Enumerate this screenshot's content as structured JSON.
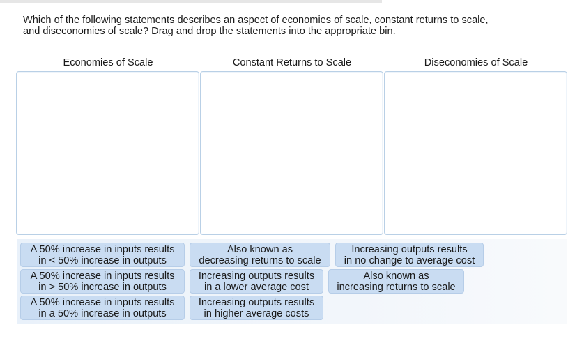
{
  "question": {
    "text": "Which of the following statements describes an aspect of economies of scale, constant returns to scale,\nand diseconomies of scale? Drag and drop the statements into the appropriate bin."
  },
  "bins": [
    {
      "label": "Economies of Scale"
    },
    {
      "label": "Constant Returns to Scale"
    },
    {
      "label": "Diseconomies of Scale"
    }
  ],
  "statements": [
    {
      "text": "A 50% increase in inputs results\nin < 50% increase in outputs"
    },
    {
      "text": "Also known as\ndecreasing returns to scale"
    },
    {
      "text": "Increasing outputs results\nin no change to average cost"
    },
    {
      "text": "A 50% increase in inputs results\nin > 50% increase in outputs"
    },
    {
      "text": "Increasing outputs results\nin a lower average cost"
    },
    {
      "text": "Also known as\nincreasing returns to scale"
    },
    {
      "text": "A 50% increase in inputs results\nin a 50% increase in outputs"
    },
    {
      "text": "Increasing outputs results\nin higher average costs"
    }
  ],
  "colors": {
    "chip_fill": "#c9dcf2",
    "bin_border": "#b9d0e6"
  }
}
